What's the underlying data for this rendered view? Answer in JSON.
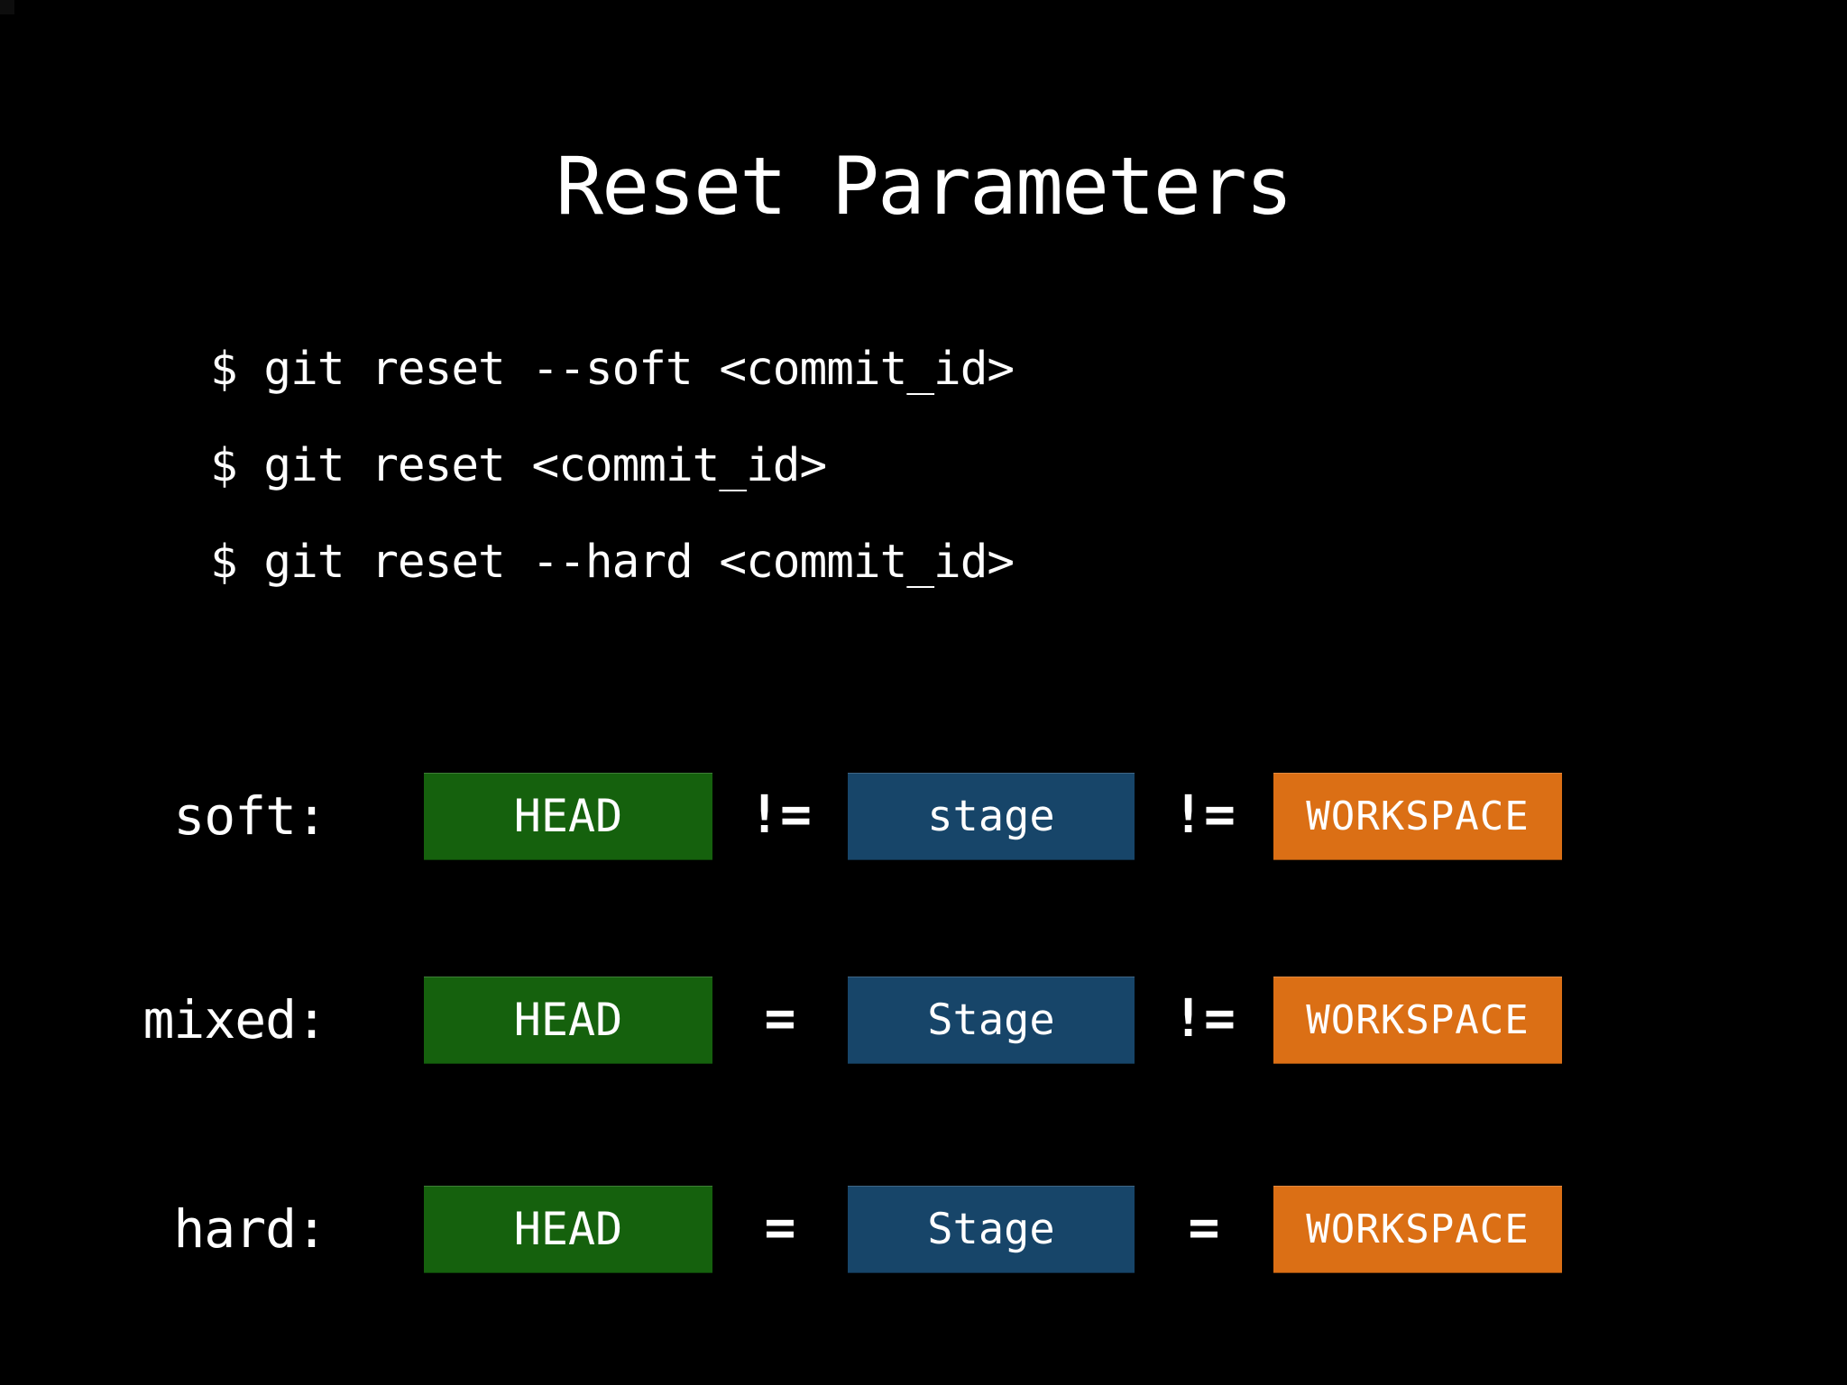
{
  "slide": {
    "title": "Reset Parameters",
    "background_color": "#000000",
    "text_color": "#ffffff",
    "commands": [
      "$ git reset --soft <commit_id>",
      "$ git reset <commit_id>",
      "$ git reset --hard <commit_id>"
    ],
    "box_colors": {
      "head": "#15610d",
      "stage": "#174569",
      "workspace": "#db6f15"
    },
    "rows": [
      {
        "label": "soft:",
        "head": "HEAD",
        "op1": "!=",
        "stage": "stage",
        "op2": "!=",
        "workspace": "WORKSPACE"
      },
      {
        "label": "mixed:",
        "head": "HEAD",
        "op1": "=",
        "stage": "Stage",
        "op2": "!=",
        "workspace": "WORKSPACE"
      },
      {
        "label": "hard:",
        "head": "HEAD",
        "op1": "=",
        "stage": "Stage",
        "op2": "=",
        "workspace": "WORKSPACE"
      }
    ]
  }
}
